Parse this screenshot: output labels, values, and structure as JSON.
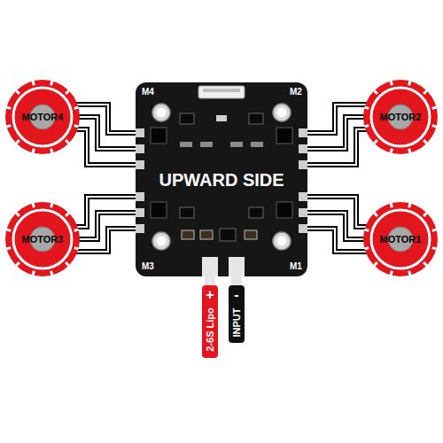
{
  "diagram": {
    "nodes": [
      {
        "text": [
          "MOTOR4"
        ]
      },
      {
        "text": [
          "MOTOR2"
        ]
      },
      {
        "text": [
          "UPWARD SIDE"
        ]
      },
      {
        "text": [
          "MOTOR3"
        ]
      },
      {
        "text": [
          "MOTOR1"
        ]
      },
      {
        "text": [
          "+",
          "2-6S Lipo"
        ]
      },
      {
        "text": [
          "-",
          "INPUT"
        ]
      }
    ],
    "edges": [
      {
        "from": 0,
        "to": 2,
        "arrow": "none"
      },
      {
        "from": 1,
        "to": 2,
        "arrow": "none"
      },
      {
        "from": 3,
        "to": 2,
        "arrow": "none"
      },
      {
        "from": 4,
        "to": 2,
        "arrow": "none"
      },
      {
        "from": 2,
        "to": 5,
        "arrow": "none"
      },
      {
        "from": 2,
        "to": 6,
        "arrow": "none"
      }
    ],
    "labels": [
      "M4",
      "M2",
      "M3",
      "M1"
    ]
  }
}
